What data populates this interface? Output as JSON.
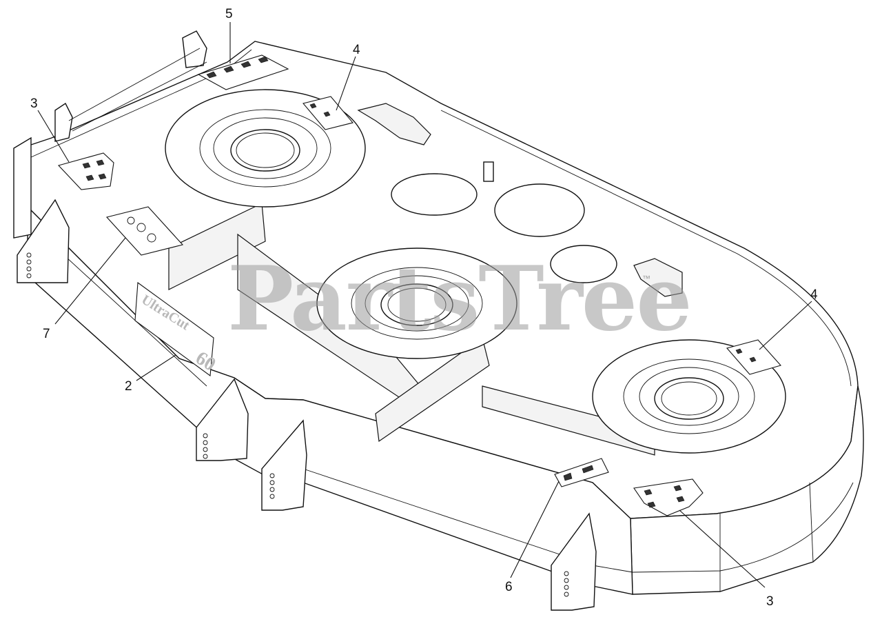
{
  "diagram": {
    "watermark": "PartsTree",
    "watermark_mark": "™",
    "badge": {
      "brand": "UltraCut",
      "size": "60"
    },
    "callouts": [
      {
        "id": "c5",
        "label": "5"
      },
      {
        "id": "c4a",
        "label": "4"
      },
      {
        "id": "c3a",
        "label": "3"
      },
      {
        "id": "c7",
        "label": "7"
      },
      {
        "id": "c2",
        "label": "2"
      },
      {
        "id": "c4b",
        "label": "4"
      },
      {
        "id": "c6",
        "label": "6"
      },
      {
        "id": "c3b",
        "label": "3"
      }
    ]
  }
}
